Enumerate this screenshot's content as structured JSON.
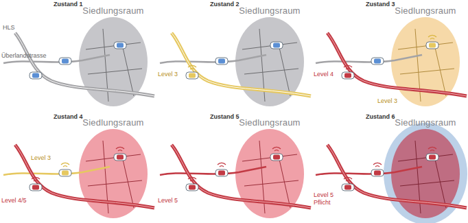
{
  "diagram": {
    "nodes": [
      {
        "text": [
          "Siedlungsraum"
        ]
      },
      {
        "text": [
          "Siedlungsraum"
        ]
      },
      {
        "text": [
          "Siedlungsraum"
        ]
      },
      {
        "text": [
          "Siedlungsraum"
        ]
      },
      {
        "text": [
          "Siedlungsraum"
        ]
      },
      {
        "text": [
          "Siedlungsraum"
        ]
      }
    ],
    "labels": [
      "Zustand 1",
      "Zustand 2",
      "Zustand 3",
      "HLS",
      "Überlandstrasse",
      "Level 3",
      "Level 4",
      "Level 3",
      "Zustand 4",
      "Zustand 5",
      "Zustand 6",
      "Level 3",
      "Level 4/5",
      "Level 5",
      "Level 5 Pflicht"
    ]
  }
}
